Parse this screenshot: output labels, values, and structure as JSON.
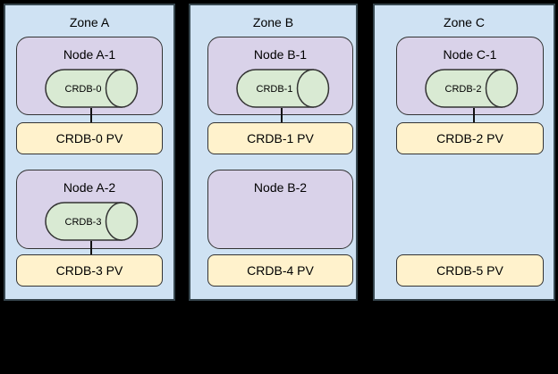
{
  "diagram_type": "zone-node-pv-topology",
  "colors": {
    "background": "#000000",
    "zone_fill": "#cfe2f3",
    "node_fill": "#d9d2e9",
    "pod_fill": "#d9ead3",
    "pv_fill": "#fff2cc",
    "border": "#333333"
  },
  "zones": [
    {
      "title": "Zone A",
      "slots": [
        {
          "node": "Node A-1",
          "pod": "CRDB-0",
          "pv": "CRDB-0 PV",
          "pod_connected_to_pv": true
        },
        {
          "node": "Node A-2",
          "pod": "CRDB-3",
          "pv": "CRDB-3 PV",
          "pod_connected_to_pv": true
        }
      ]
    },
    {
      "title": "Zone B",
      "slots": [
        {
          "node": "Node B-1",
          "pod": "CRDB-1",
          "pv": "CRDB-1 PV",
          "pod_connected_to_pv": true
        },
        {
          "node": "Node B-2",
          "pod": null,
          "pv": "CRDB-4 PV",
          "pod_connected_to_pv": false
        }
      ]
    },
    {
      "title": "Zone C",
      "slots": [
        {
          "node": "Node C-1",
          "pod": "CRDB-2",
          "pv": "CRDB-2 PV",
          "pod_connected_to_pv": true
        },
        {
          "node": null,
          "pod": null,
          "pv": "CRDB-5 PV",
          "pod_connected_to_pv": false
        }
      ]
    }
  ]
}
